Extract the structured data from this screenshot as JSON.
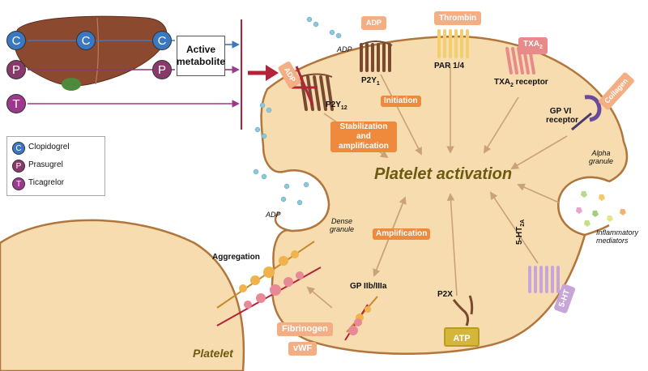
{
  "drugs": {
    "clopidogrel": {
      "letter": "C",
      "name": "Clopidogrel",
      "color": "#3a78c4"
    },
    "prasugrel": {
      "letter": "P",
      "name": "Prasugrel",
      "color": "#8a3a6a"
    },
    "ticagrelor": {
      "letter": "T",
      "name": "Ticagrelor",
      "color": "#9b3a8c"
    }
  },
  "active_metabolite": "Active metabolite",
  "receptors": {
    "adp_top": "ADP",
    "adp_label": "ADP",
    "p2y1": "P2Y",
    "p2y1_sub": "1",
    "thrombin": "Thrombin",
    "par": "PAR 1/4",
    "txa2": "TXA",
    "txa2_sub": "2",
    "txa2_receptor": "TXA",
    "txa2_receptor_sub": "2",
    "txa2_receptor_tail": " receptor",
    "collagen": "Collagen",
    "gpvi": "GP VI",
    "gpvi_tail": "receptor",
    "p2y12": "P2Y",
    "p2y12_sub": "12",
    "adp_blocked": "ADP",
    "ht2a": "5-HT",
    "ht2a_sub": "2A",
    "ht_box": "5-HT",
    "p2x": "P2X",
    "atp": "ATP",
    "gp2b3a": "GP IIb/IIIa"
  },
  "labels": {
    "initiation": "Initiation",
    "stabilization": "Stabilization and amplification",
    "amplification": "Amplification",
    "platelet_activation": "Platelet activation",
    "alpha_granule": "Alpha granule",
    "dense_granule": "Dense granule",
    "adp_dense": "ADP",
    "inflammatory": "Inflammatory mediators",
    "aggregation": "Aggregation",
    "platelet": "Platelet",
    "fibrinogen": "Fibrinogen",
    "vwf": "vWF"
  },
  "colors": {
    "cell_fill": "#f7dcb0",
    "cell_stroke": "#b1763d",
    "accent_orange": "#ef8a3c",
    "light_orange": "#f4ae84",
    "title_color": "#6b5a10",
    "arrow": "#c9a27a",
    "thrombin_yellow": "#f0cf6c",
    "txa2_pink": "#e98a8a",
    "ht_purple": "#c6a6d8",
    "atp_yellow": "#d4b63a",
    "inhibitor_red": "#b2233a"
  }
}
